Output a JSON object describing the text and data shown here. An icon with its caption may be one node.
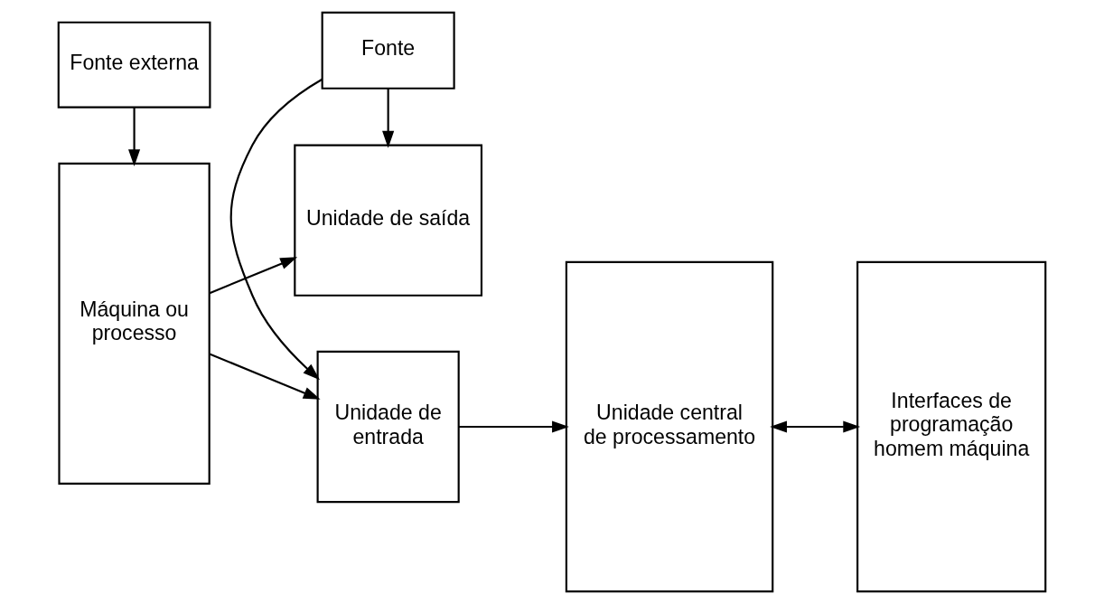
{
  "diagram": {
    "nodes": [
      {
        "text": [
          "Máquina ou processo"
        ]
      },
      {
        "text": [
          "Fonte externa"
        ]
      },
      {
        "text": [
          "Unidade de entrada"
        ]
      },
      {
        "text": [
          "Unidade de saída"
        ]
      },
      {
        "text": [
          "Fonte"
        ]
      },
      {
        "text": [
          "Unidade central de processamento"
        ]
      },
      {
        "text": [
          "Interfaces de programação homem máquina"
        ]
      }
    ],
    "edges": [
      {
        "from": 1,
        "to": 0,
        "arrow": "to"
      },
      {
        "from": 0,
        "to": 2,
        "arrow": "to"
      },
      {
        "from": 0,
        "to": 3,
        "arrow": "to"
      },
      {
        "from": 2,
        "to": 5,
        "arrow": "to"
      },
      {
        "from": 5,
        "to": 6,
        "arrow": "both"
      },
      {
        "from": 4,
        "to": 2,
        "arrow": "to"
      },
      {
        "from": 4,
        "to": 3,
        "arrow": "to"
      }
    ]
  }
}
